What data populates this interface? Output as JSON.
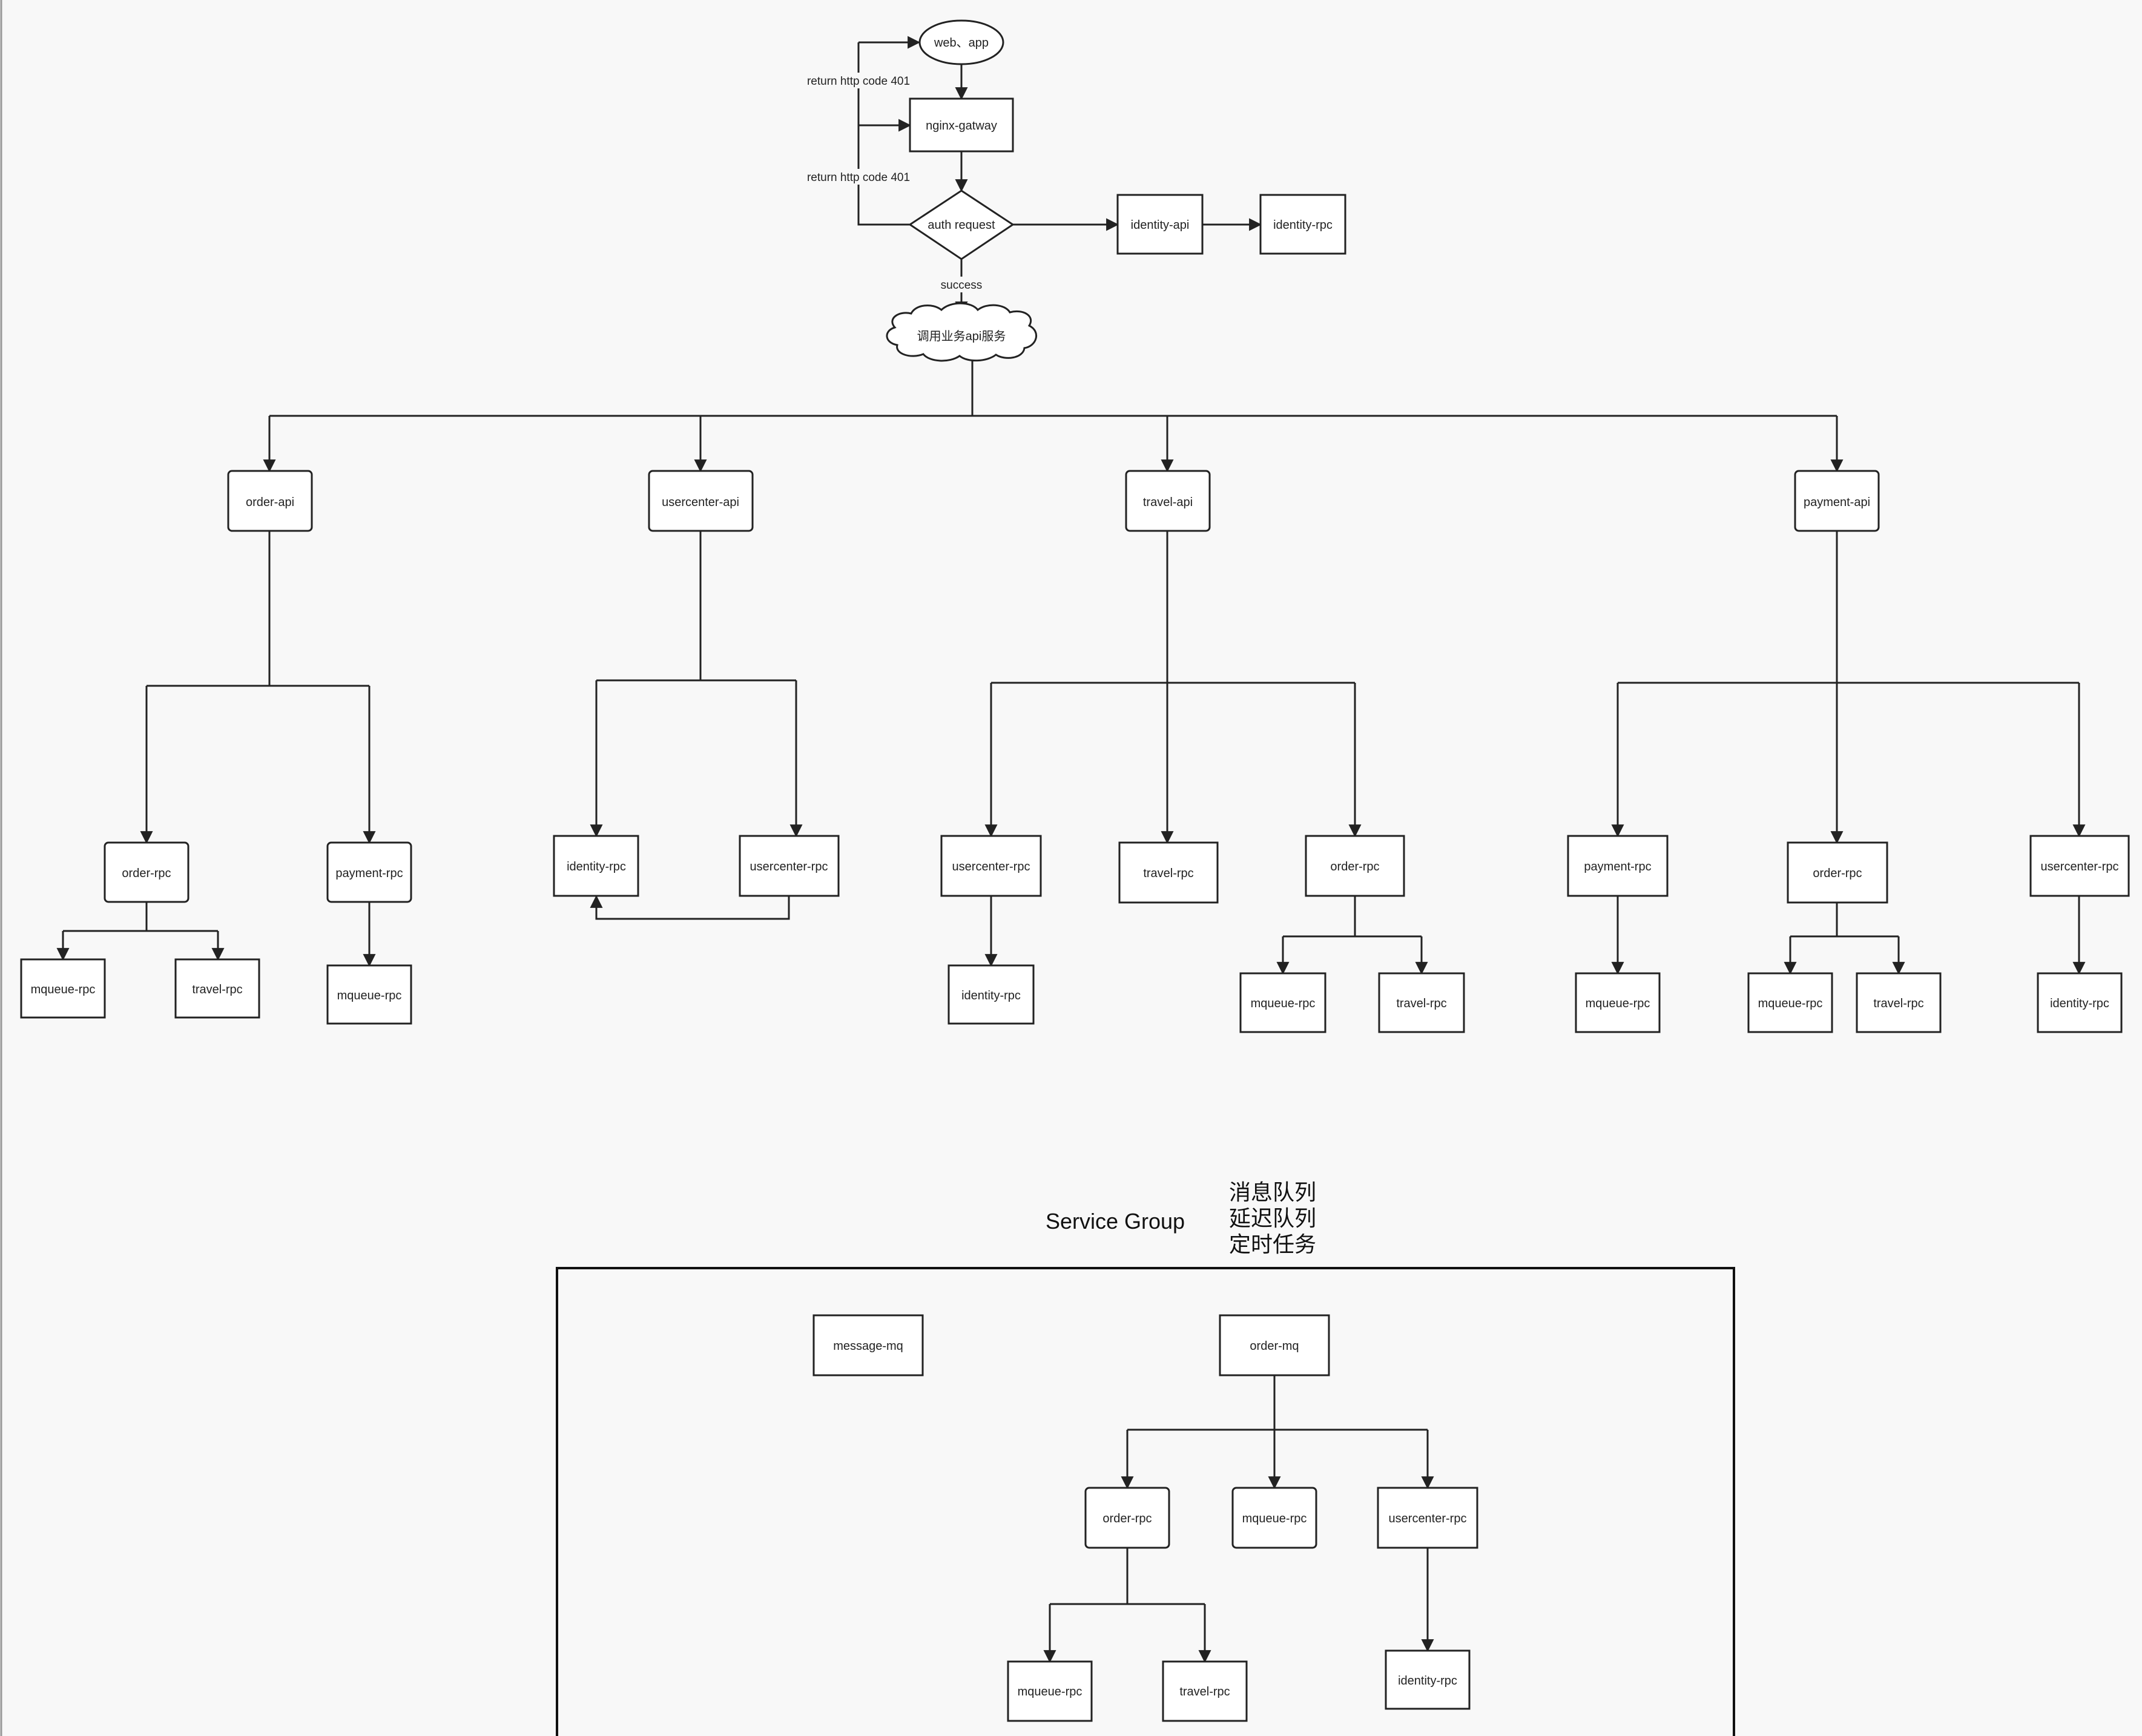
{
  "flow": {
    "web_app": "web、app",
    "nginx": "nginx-gatway",
    "auth": "auth request",
    "identity_api": "identity-api",
    "identity_rpc": "identity-rpc",
    "business": "调用业务api服务",
    "return_401_a": "return http code 401",
    "return_401_b": "return http code 401",
    "success": "success"
  },
  "apis": {
    "order": {
      "api": "order-api",
      "order_rpc": "order-rpc",
      "payment_rpc": "payment-rpc",
      "mqueue_rpc": "mqueue-rpc",
      "travel_rpc": "travel-rpc",
      "payment_mqueue_rpc": "mqueue-rpc"
    },
    "usercenter": {
      "api": "usercenter-api",
      "identity_rpc": "identity-rpc",
      "usercenter_rpc": "usercenter-rpc"
    },
    "travel": {
      "api": "travel-api",
      "usercenter_rpc": "usercenter-rpc",
      "identity_rpc": "identity-rpc",
      "travel_rpc": "travel-rpc",
      "order_rpc": "order-rpc",
      "mqueue_rpc": "mqueue-rpc",
      "order_travel_rpc": "travel-rpc"
    },
    "payment": {
      "api": "payment-api",
      "payment_rpc": "payment-rpc",
      "payment_mqueue_rpc": "mqueue-rpc",
      "order_rpc": "order-rpc",
      "mqueue_rpc": "mqueue-rpc",
      "travel_rpc": "travel-rpc",
      "usercenter_rpc": "usercenter-rpc",
      "identity_rpc": "identity-rpc"
    }
  },
  "service_group": {
    "title": "Service Group",
    "note_line1": "消息队列",
    "note_line2": "延迟队列",
    "note_line3": "定时任务",
    "message_mq": "message-mq",
    "order_mq": "order-mq",
    "order_rpc": "order-rpc",
    "mqueue_rpc": "mqueue-rpc",
    "usercenter_rpc": "usercenter-rpc",
    "order_mqueue_rpc": "mqueue-rpc",
    "order_travel_rpc": "travel-rpc",
    "identity_rpc": "identity-rpc"
  }
}
